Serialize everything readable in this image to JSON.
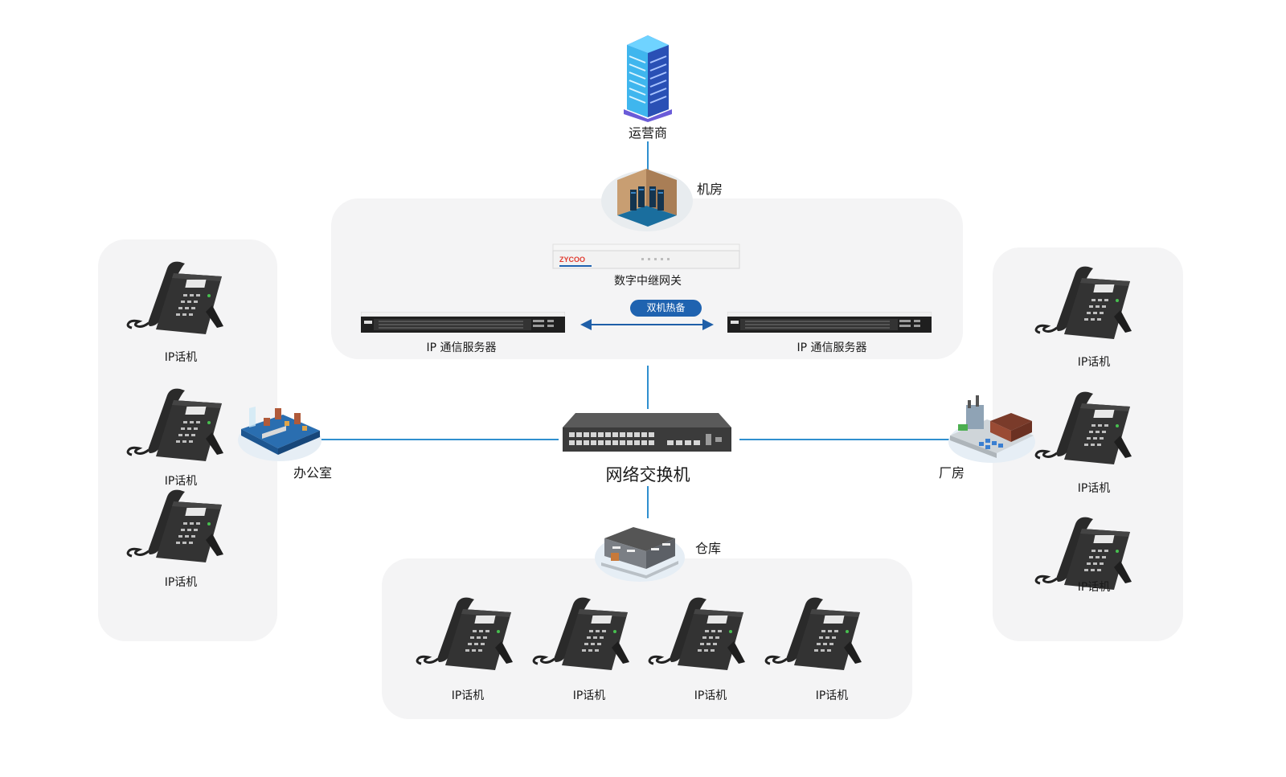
{
  "nodes": {
    "carrier": "运营商",
    "machine_room": "机房",
    "gateway": "数字中继网关",
    "hot_standby": "双机热备",
    "server_left": "IP 通信服务器",
    "server_right": "IP 通信服务器",
    "switch": "网络交换机",
    "office": "办公室",
    "factory": "厂房",
    "warehouse": "仓库"
  },
  "phones": {
    "left": [
      "IP话机",
      "IP话机",
      "IP话机"
    ],
    "right": [
      "IP话机",
      "IP话机",
      "IP话机"
    ],
    "bottom": [
      "IP话机",
      "IP话机",
      "IP话机",
      "IP话机"
    ]
  },
  "brand_mark": "ZYCOO",
  "colors": {
    "link_line": "#2f8fcf",
    "panel_bg": "#f4f4f5",
    "badge_bg": "#1f63b0",
    "arrow": "#1f5fa8"
  }
}
